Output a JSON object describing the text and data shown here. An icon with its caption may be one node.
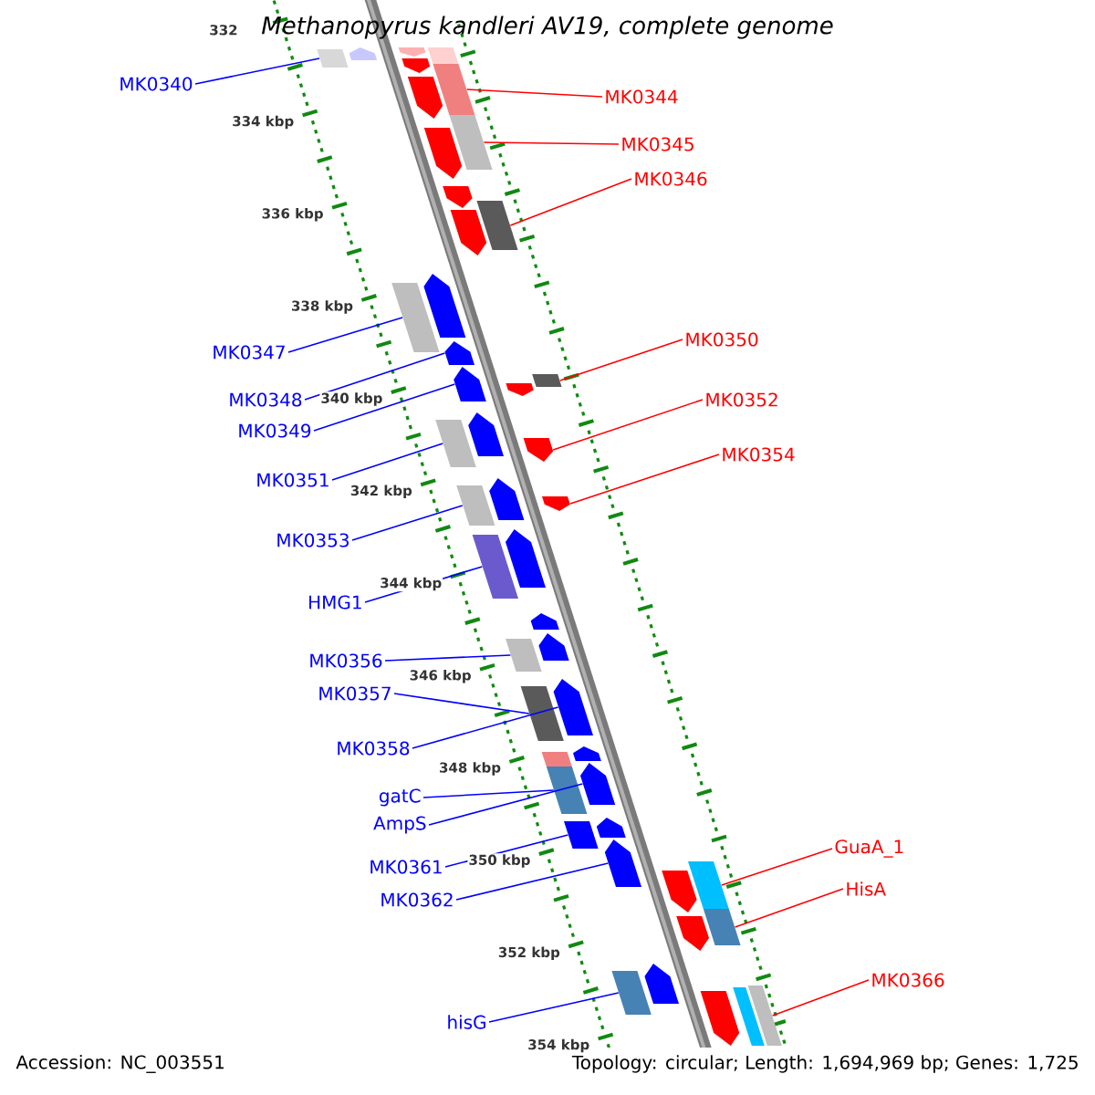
{
  "diagram": {
    "title": "Methanopyrus kandleri AV19, complete genome",
    "nodes": [
      {
        "text": [
          "MK0340"
        ]
      },
      {
        "text": [
          "MK0344"
        ]
      },
      {
        "text": [
          "MK0345"
        ]
      },
      {
        "text": [
          "MK0346"
        ]
      },
      {
        "text": [
          "MK0347"
        ]
      },
      {
        "text": [
          "MK0350"
        ]
      },
      {
        "text": [
          "MK0348"
        ]
      },
      {
        "text": [
          "MK0352"
        ]
      },
      {
        "text": [
          "MK0349"
        ]
      },
      {
        "text": [
          "MK0354"
        ]
      },
      {
        "text": [
          "MK0351"
        ]
      },
      {
        "text": [
          "MK0353"
        ]
      },
      {
        "text": [
          "HMG1"
        ]
      },
      {
        "text": [
          "MK0356"
        ]
      },
      {
        "text": [
          "MK0357"
        ]
      },
      {
        "text": [
          "MK0358"
        ]
      },
      {
        "text": [
          "gatC"
        ]
      },
      {
        "text": [
          "AmpS"
        ]
      },
      {
        "text": [
          "MK0361"
        ]
      },
      {
        "text": [
          "GuaA_1"
        ]
      },
      {
        "text": [
          "HisA"
        ]
      },
      {
        "text": [
          "MK0362"
        ]
      },
      {
        "text": [
          "MK0366"
        ]
      },
      {
        "text": [
          "hisG"
        ]
      },
      {
        "text": [],
        "shape": "pentagon"
      },
      {
        "text": [],
        "shape": "box"
      },
      {
        "text": [],
        "shape": "pentagon"
      },
      {
        "text": [],
        "shape": "box"
      },
      {
        "text": [],
        "shape": "pentagon"
      },
      {
        "text": [],
        "shape": "box"
      },
      {
        "text": [],
        "shape": "pentagon"
      },
      {
        "text": [],
        "shape": "box"
      },
      {
        "text": [],
        "shape": "pentagon"
      },
      {
        "text": [],
        "shape": "pentagon"
      },
      {
        "text": [],
        "shape": "box"
      },
      {
        "text": [],
        "shape": "pentagon"
      },
      {
        "text": [],
        "shape": "pentagon"
      },
      {
        "text": [],
        "shape": "box"
      },
      {
        "text": [],
        "shape": "pentagon"
      },
      {
        "text": [],
        "shape": "pentagon"
      },
      {
        "text": [],
        "shape": "box"
      },
      {
        "text": [],
        "shape": "pentagon"
      },
      {
        "text": [],
        "shape": "pentagon"
      },
      {
        "text": [],
        "shape": "box"
      },
      {
        "text": [],
        "shape": "pentagon"
      },
      {
        "text": [],
        "shape": "pentagon"
      },
      {
        "text": [],
        "shape": "box"
      },
      {
        "text": [],
        "shape": "pentagon"
      },
      {
        "text": [],
        "shape": "pentagon"
      },
      {
        "text": [],
        "shape": "box"
      },
      {
        "text": [],
        "shape": "pentagon"
      },
      {
        "text": [],
        "shape": "pentagon"
      },
      {
        "text": [],
        "shape": "box"
      },
      {
        "text": [],
        "shape": "pentagon"
      },
      {
        "text": [],
        "shape": "box"
      },
      {
        "text": [],
        "shape": "pentagon"
      },
      {
        "text": [],
        "shape": "box"
      },
      {
        "text": [],
        "shape": "pentagon"
      },
      {
        "text": [],
        "shape": "box"
      },
      {
        "text": [],
        "shape": "pentagon"
      },
      {
        "text": [],
        "shape": "box"
      },
      {
        "text": [],
        "shape": "pentagon"
      },
      {
        "text": [],
        "shape": "box"
      },
      {
        "text": [],
        "shape": "pentagon"
      },
      {
        "text": [],
        "shape": "box"
      },
      {
        "text": [],
        "shape": "pentagon"
      },
      {
        "text": [],
        "shape": "pentagon"
      },
      {
        "text": [],
        "shape": "box"
      },
      {
        "text": [],
        "shape": "box"
      },
      {
        "text": [],
        "shape": "box"
      },
      {
        "text": [],
        "shape": "pentagon"
      }
    ],
    "edges": [
      {
        "from": 0,
        "to": 25,
        "arrow": "none"
      },
      {
        "from": 1,
        "to": 29,
        "arrow": "none",
        "color": "#ff0000"
      },
      {
        "from": 2,
        "to": 31,
        "arrow": "none",
        "color": "#ff0000"
      },
      {
        "from": 3,
        "to": 34,
        "arrow": "none",
        "color": "#ff0000"
      },
      {
        "from": 4,
        "to": 37,
        "arrow": "none"
      },
      {
        "from": 5,
        "to": 40,
        "arrow": "none",
        "color": "#ff0000"
      },
      {
        "from": 6,
        "to": 38,
        "arrow": "none"
      },
      {
        "from": 7,
        "to": 44,
        "arrow": "none",
        "color": "#ff0000"
      },
      {
        "from": 8,
        "to": 39,
        "arrow": "none"
      },
      {
        "from": 9,
        "to": 47,
        "arrow": "none",
        "color": "#ff0000"
      },
      {
        "from": 10,
        "to": 43,
        "arrow": "none"
      },
      {
        "from": 11,
        "to": 46,
        "arrow": "none"
      },
      {
        "from": 12,
        "to": 49,
        "arrow": "none"
      },
      {
        "from": 13,
        "to": 52,
        "arrow": "none"
      },
      {
        "from": 14,
        "to": 54,
        "arrow": "none"
      },
      {
        "from": 15,
        "to": 53,
        "arrow": "none"
      },
      {
        "from": 16,
        "to": 58,
        "arrow": "none"
      },
      {
        "from": 17,
        "to": 57,
        "arrow": "none"
      },
      {
        "from": 18,
        "to": 60,
        "arrow": "none"
      },
      {
        "from": 19,
        "to": 62,
        "arrow": "none",
        "color": "#ff0000"
      },
      {
        "from": 20,
        "to": 64,
        "arrow": "none",
        "color": "#ff0000"
      },
      {
        "from": 21,
        "to": 61,
        "arrow": "none"
      },
      {
        "from": 22,
        "to": 68,
        "arrow": "none",
        "color": "#ff0000"
      },
      {
        "from": 23,
        "to": 67,
        "arrow": "none"
      }
    ],
    "labels": [
      "332",
      "334 kbp",
      "336 kbp",
      "338 kbp",
      "340 kbp",
      "342 kbp",
      "344 kbp",
      "346 kbp",
      "348 kbp",
      "350 kbp",
      "352 kbp",
      "354 kbp",
      "Accession: NC_003551",
      "Topology: circular; Length: 1,694,969 bp; Genes: 1,725"
    ]
  }
}
